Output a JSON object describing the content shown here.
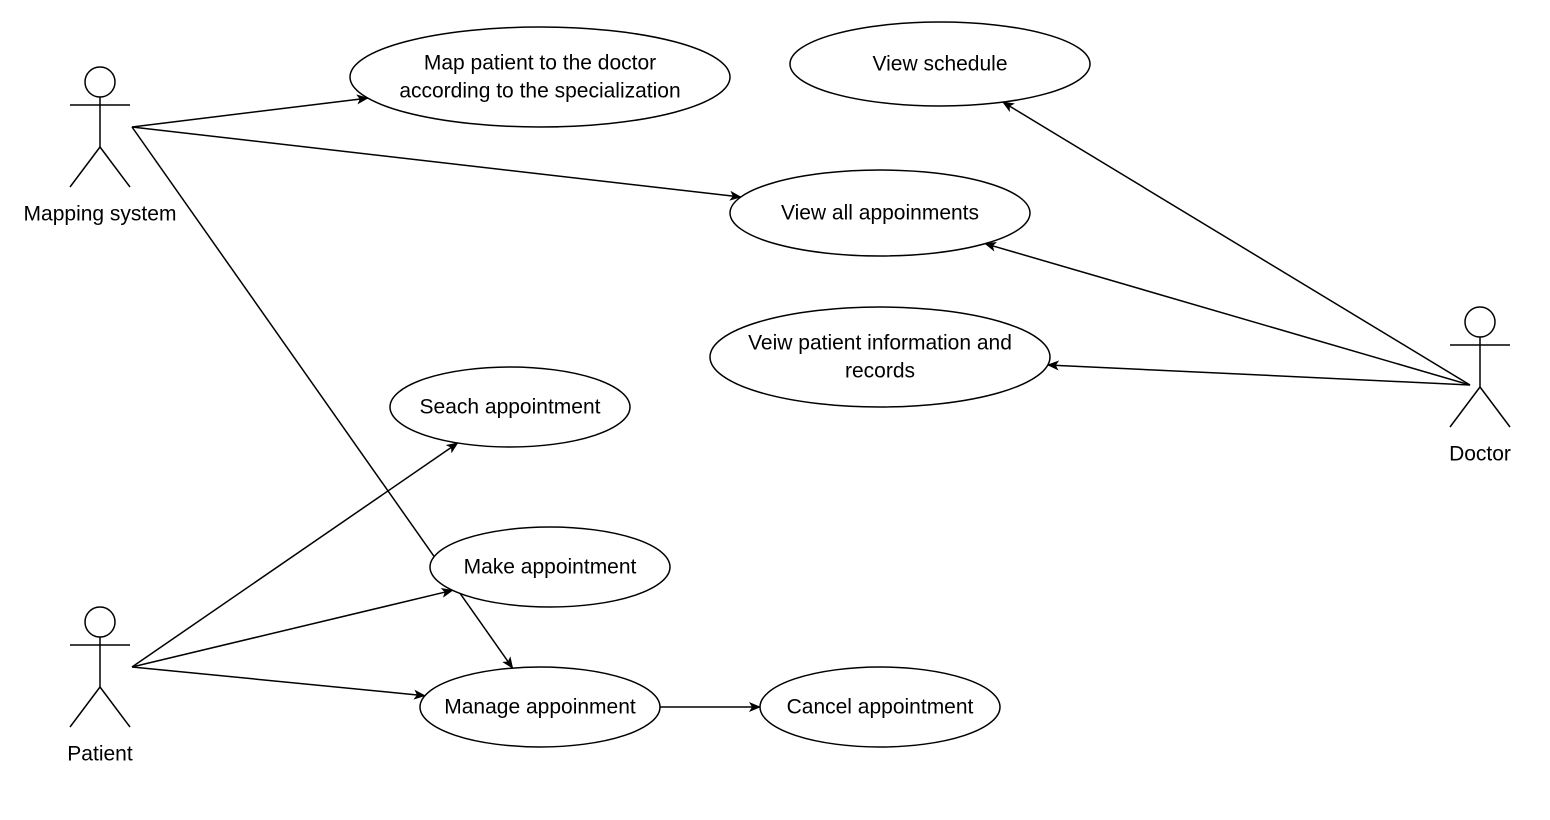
{
  "actors": [
    {
      "id": "mapping",
      "label": "Mapping system"
    },
    {
      "id": "patient",
      "label": "Patient"
    },
    {
      "id": "doctor",
      "label": "Doctor"
    }
  ],
  "use_cases": [
    {
      "id": "map_patient",
      "lines": [
        "Map patient to the doctor",
        "according to the specialization"
      ]
    },
    {
      "id": "view_schedule",
      "lines": [
        "View schedule"
      ]
    },
    {
      "id": "view_all",
      "lines": [
        "View all appoinments"
      ]
    },
    {
      "id": "view_records",
      "lines": [
        "Veiw patient information and",
        "records"
      ]
    },
    {
      "id": "search",
      "lines": [
        "Seach appointment"
      ]
    },
    {
      "id": "make",
      "lines": [
        "Make appointment"
      ]
    },
    {
      "id": "manage",
      "lines": [
        "Manage appoinment"
      ]
    },
    {
      "id": "cancel",
      "lines": [
        "Cancel appointment"
      ]
    }
  ],
  "connections": [
    {
      "from": "mapping",
      "to": "map_patient"
    },
    {
      "from": "mapping",
      "to": "view_all"
    },
    {
      "from": "mapping",
      "to": "manage"
    },
    {
      "from": "patient",
      "to": "search"
    },
    {
      "from": "patient",
      "to": "make"
    },
    {
      "from": "patient",
      "to": "manage"
    },
    {
      "from": "doctor",
      "to": "view_schedule"
    },
    {
      "from": "doctor",
      "to": "view_all"
    },
    {
      "from": "doctor",
      "to": "view_records"
    },
    {
      "from": "manage",
      "to": "cancel"
    }
  ],
  "colors": {
    "stroke": "#000000",
    "fill": "#ffffff",
    "text": "#000000"
  }
}
